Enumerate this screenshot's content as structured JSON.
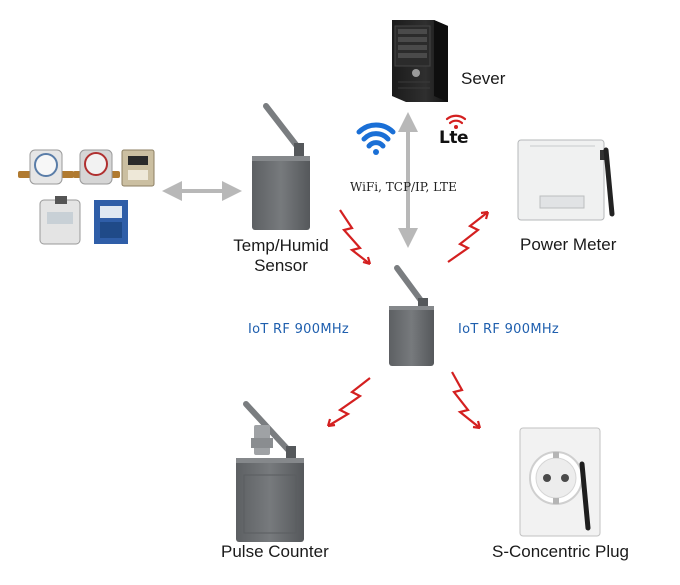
{
  "nodes": {
    "server": {
      "label": "Sever"
    },
    "temp_humid": {
      "label_line1": "Temp/Humid",
      "label_line2": "Sensor"
    },
    "power_meter": {
      "label": "Power Meter"
    },
    "pulse_counter": {
      "label": "Pulse Counter"
    },
    "s_plug": {
      "label": "S-Concentric Plug"
    }
  },
  "links": {
    "backhaul": "WiFi, TCP/IP, LTE",
    "rf_left": "IoT RF 900MHz",
    "rf_right": "IoT RF 900MHz"
  },
  "badges": {
    "lte": "Lte"
  },
  "colors": {
    "rf_text": "#1f5fae",
    "rf_bolt": "#d42020",
    "arrow_gray": "#b8b8b8",
    "device_gray": "#6d7073",
    "wifi_blue": "#1a6fd6"
  },
  "icons": [
    "wifi-icon",
    "lte-logo",
    "server-tower",
    "rf-bolt"
  ]
}
